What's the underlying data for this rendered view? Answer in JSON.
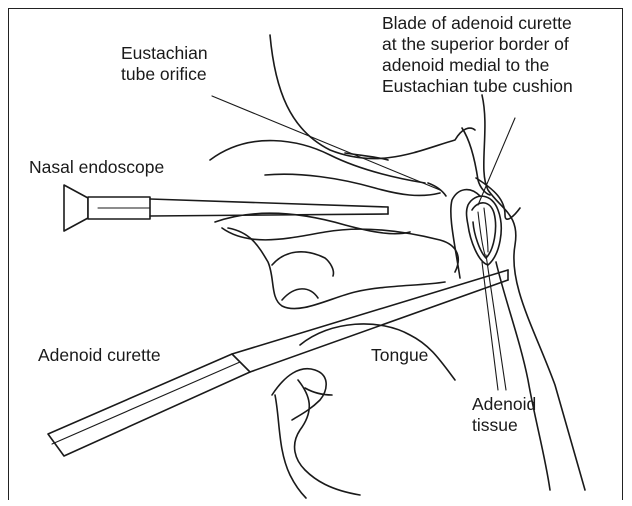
{
  "labels": {
    "eustachian_orifice": [
      "Eustachian",
      "tube orifice"
    ],
    "blade": [
      "Blade of adenoid curette",
      "at the superior border of",
      "adenoid medial to the",
      "Eustachian tube cushion"
    ],
    "nasal_endoscope": "Nasal endoscope",
    "adenoid_curette": "Adenoid curette",
    "tongue": "Tongue",
    "adenoid_tissue": [
      "Adenoid",
      "tissue"
    ]
  }
}
